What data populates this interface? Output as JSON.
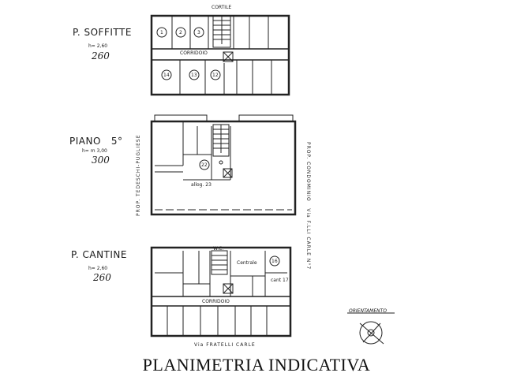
{
  "title": "PLANIMETRIA INDICATIVA",
  "orientation_label": "ORIENTAMENTO",
  "street_label": "Via FRATELLI CARLE",
  "floors": {
    "soffitte": {
      "name": "P. SOFFITTE",
      "height_note": "h= 2,60",
      "height_handwritten": "260",
      "courtyard_label": "CORTILE",
      "corridor_label": "CORRIDOIO",
      "room_numbers_top": [
        "1",
        "2",
        "3"
      ],
      "room_numbers_bottom": [
        "14",
        "13",
        "12"
      ]
    },
    "piano5": {
      "name": "PIANO   5°",
      "height_note": "h= m 3,00",
      "height_handwritten": "300",
      "unit_label": "allog. 23",
      "unit_number": "22",
      "left_neighbor": "PROP. TEDESCHI-PUGLIESE",
      "right_neighbor": "PROP. CONDOMINIO   Via F.LLI CARLE N°7"
    },
    "cantine": {
      "name": "P. CANTINE",
      "height_note": "h= 2,60",
      "height_handwritten": "260",
      "wc_label": "W.C.",
      "central_label": "Centrale",
      "cellar_label": "cant 17",
      "cellar_number": "16",
      "corridor_label": "CORRIDOIO"
    }
  }
}
